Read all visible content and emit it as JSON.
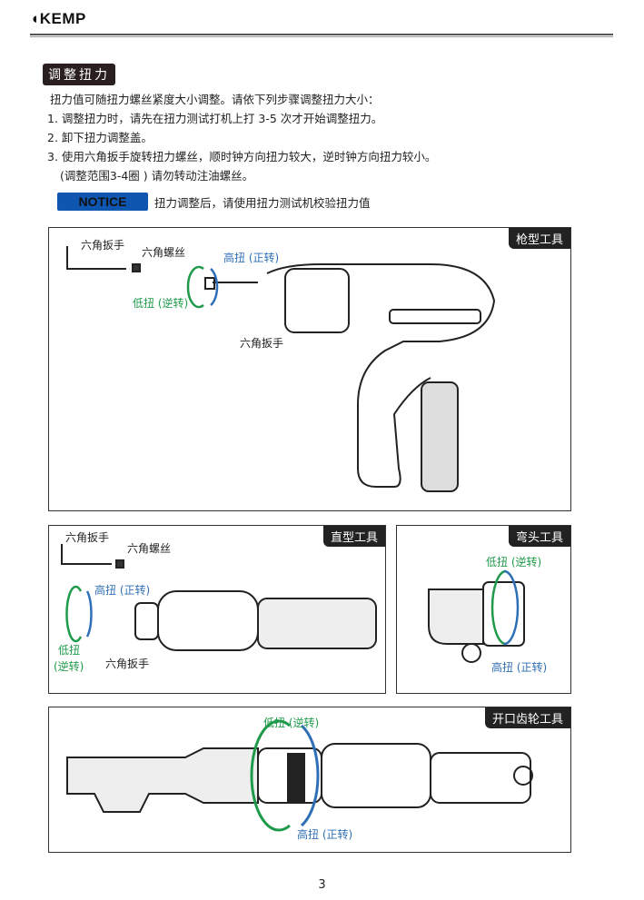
{
  "brand": "KEMP",
  "section_title": "调整扭力",
  "intro": "扭力值可随扭力螺丝紧度大小调整。请依下列步骤调整扭力大小：",
  "steps": [
    "1. 调整扭力时，请先在扭力测试打机上打 3-5 次才开始调整扭力。",
    "2. 卸下扭力调整盖。",
    "3. 使用六角扳手旋转扭力螺丝，顺时钟方向扭力较大，逆时钟方向扭力较小。",
    "(调整范围3-4圈 ) 请勿转动注油螺丝。"
  ],
  "notice": {
    "badge": "NOTICE",
    "text": "扭力调整后，请使用扭力测试机校验扭力值"
  },
  "panels": {
    "pistol": {
      "title": "枪型工具",
      "hex_key": "六角扳手",
      "hex_screw": "六角螺丝",
      "high": "高扭 (正转)",
      "low": "低扭 (逆转)",
      "hex_key2": "六角扳手"
    },
    "straight": {
      "title": "直型工具",
      "hex_key": "六角扳手",
      "hex_screw": "六角螺丝",
      "high": "高扭 (正转)",
      "low1": "低扭",
      "low2": "(逆转)",
      "hex_key2": "六角扳手"
    },
    "angle": {
      "title": "弯头工具",
      "low": "低扭 (逆转)",
      "high": "高扭 (正转)"
    },
    "crowfoot": {
      "title": "开口齿轮工具",
      "low": "低扭 (逆转)",
      "high": "高扭 (正转)"
    }
  },
  "page_number": "3",
  "colors": {
    "blue": "#2f6fb6",
    "green": "#1f9a4a",
    "notice": "#0f56b0"
  }
}
